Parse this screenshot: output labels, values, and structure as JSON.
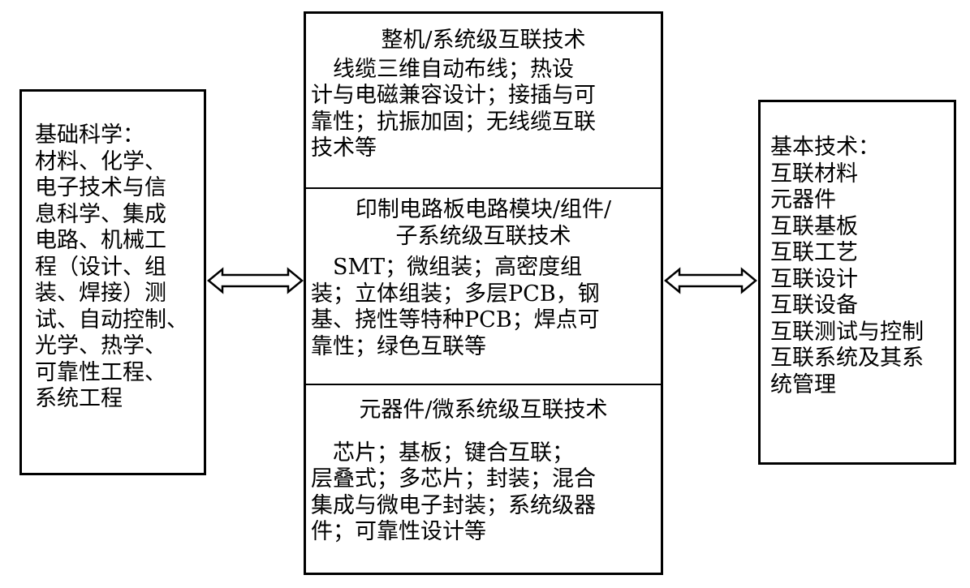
{
  "left_box": {
    "lines": [
      "基础科学：",
      "材料、化学、",
      "电子技术与信",
      "息科学、集成",
      "电路、机械工",
      "程（设计、组",
      "装、焊接）测",
      "试、自动控制、",
      "光学、热学、",
      "可靠性工程、",
      "系统工程"
    ]
  },
  "center_box": {
    "sections": [
      {
        "title": "整机/系统级互联技术",
        "body": [
          "　线缆三维自动布线；热设",
          "计与电磁兼容设计；接插与可",
          "靠性；抗振加固；无线缆互联",
          "技术等"
        ]
      },
      {
        "title": "印制电路板电路模块/组件/\n子系统级互联技术",
        "body": [
          "　SMT；微组装；高密度组",
          "装；立体组装；多层PCB，钢",
          "基、挠性等特种PCB；焊点可",
          "靠性；绿色互联等"
        ]
      },
      {
        "title": "元器件/微系统级互联技术",
        "body": [
          "　芯片；基板；键合互联；",
          "层叠式；多芯片；封装；混合",
          "集成与微电子封装；系统级器",
          "件；可靠性设计等"
        ]
      }
    ]
  },
  "right_box": {
    "lines": [
      "基本技术：",
      "互联材料",
      "元器件",
      "互联基板",
      "互联工艺",
      "互联设计",
      "互联设备",
      "互联测试与控制",
      "互联系统及其系",
      "统管理"
    ]
  },
  "arrows": [
    {
      "from": "left_box",
      "to": "center_box",
      "type": "bidirectional"
    },
    {
      "from": "center_box",
      "to": "right_box",
      "type": "bidirectional"
    }
  ]
}
